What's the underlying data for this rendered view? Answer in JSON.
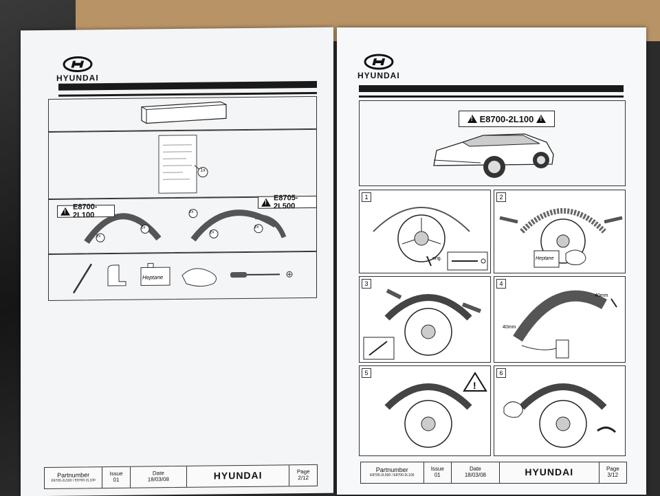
{
  "brand": {
    "name": "HYUNDAI"
  },
  "left_page": {
    "kit_sheet": {
      "qty": "1x"
    },
    "part_a": {
      "code": "E8700-2L100",
      "qty": "2x"
    },
    "part_b": {
      "code": "E8705-2L500",
      "qty": "2x"
    },
    "tools": {
      "cleaner_label": "Heptane"
    },
    "footer": {
      "partnumber_label": "Partnumber",
      "partnumber_value": "E8705-2L500 / E8700-2L100",
      "issue_label": "Issue",
      "issue_value": "01",
      "date_label": "Date",
      "date_value": "18/03/08",
      "brand": "HYUNDAI",
      "page_label": "Page",
      "page_value": "2/12"
    }
  },
  "right_page": {
    "header_code": "E8700-2L100",
    "steps": [
      {
        "num": "1",
        "note": "orig."
      },
      {
        "num": "2",
        "note": "Heptane"
      },
      {
        "num": "3"
      },
      {
        "num": "4",
        "dim_a": "40mm",
        "dim_b": "40mm"
      },
      {
        "num": "5"
      },
      {
        "num": "6"
      }
    ],
    "footer": {
      "partnumber_label": "Partnumber",
      "partnumber_value": "E8705-2L500 / E8700-2L100",
      "issue_label": "Issue",
      "issue_value": "01",
      "date_label": "Date",
      "date_value": "18/03/08",
      "brand": "HYUNDAI",
      "page_label": "Page",
      "page_value": "3/12"
    }
  }
}
